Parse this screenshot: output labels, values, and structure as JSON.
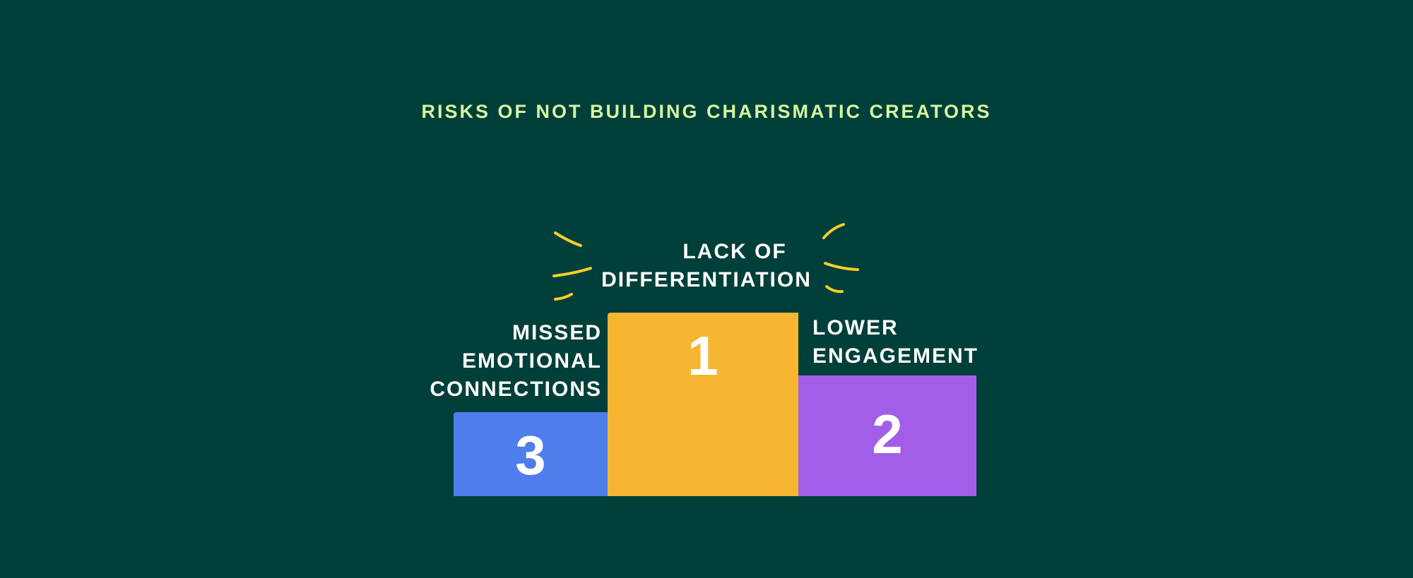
{
  "title": "Risks of not building charismatic creators",
  "podium": [
    {
      "rank": "1",
      "label_lines": [
        "Lack of",
        "Differentiation"
      ],
      "color": "#f6b632"
    },
    {
      "rank": "2",
      "label_lines": [
        "Lower",
        "Engagement"
      ],
      "color": "#a25ee9"
    },
    {
      "rank": "3",
      "label_lines": [
        "Missed",
        "Emotional",
        "Connections"
      ],
      "color": "#4f7dec"
    }
  ],
  "colors": {
    "background": "#013f3a",
    "title": "#d6f5a0",
    "accent_strokes": "#f7cf2a"
  }
}
